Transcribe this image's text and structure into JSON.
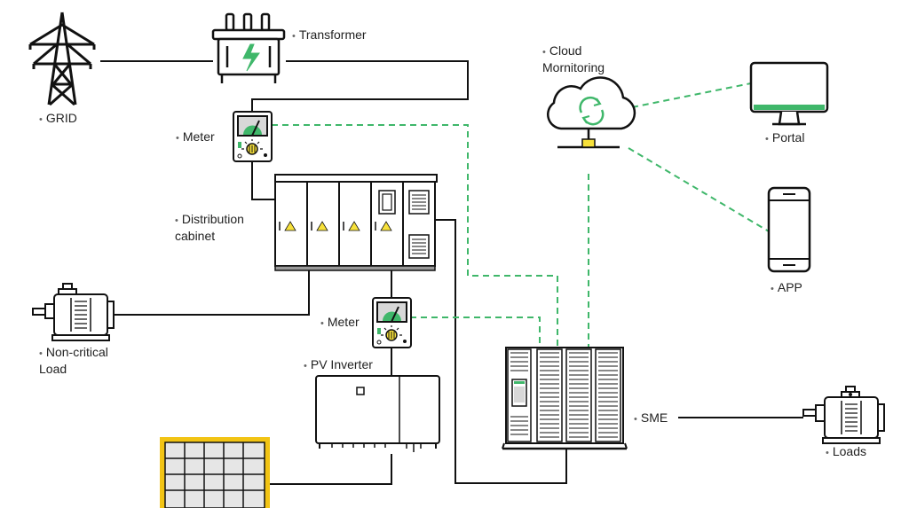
{
  "labels": {
    "grid": "GRID",
    "transformer": "Transformer",
    "cloud_line1": "Cloud",
    "cloud_line2": "Mornitoring",
    "portal": "Portal",
    "app": "APP",
    "meter_top": "Meter",
    "distribution_line1": "Distribution",
    "distribution_line2": "cabinet",
    "noncritical_line1": "Non-critical",
    "noncritical_line2": "Load",
    "meter_mid": "Meter",
    "pv_inverter": "PV Inverter",
    "sme": "SME",
    "loads": "Loads"
  },
  "colors": {
    "wire": "#111111",
    "comm_dashed": "#3fb76a",
    "accent_green": "#3fb76a",
    "solar_frame": "#f2c414",
    "warning_yellow": "#f7e13a",
    "screen_fill": "#d8d8d8"
  },
  "icons": {
    "grid": "transmission-tower-icon",
    "transformer": "transformer-icon",
    "cloud": "cloud-sync-icon",
    "portal": "monitor-icon",
    "app": "smartphone-icon",
    "meter": "electric-meter-icon",
    "cabinet": "distribution-cabinet-icon",
    "motor": "electric-motor-icon",
    "inverter": "pv-inverter-icon",
    "solar": "solar-panel-icon",
    "sme": "energy-storage-cabinet-icon"
  }
}
